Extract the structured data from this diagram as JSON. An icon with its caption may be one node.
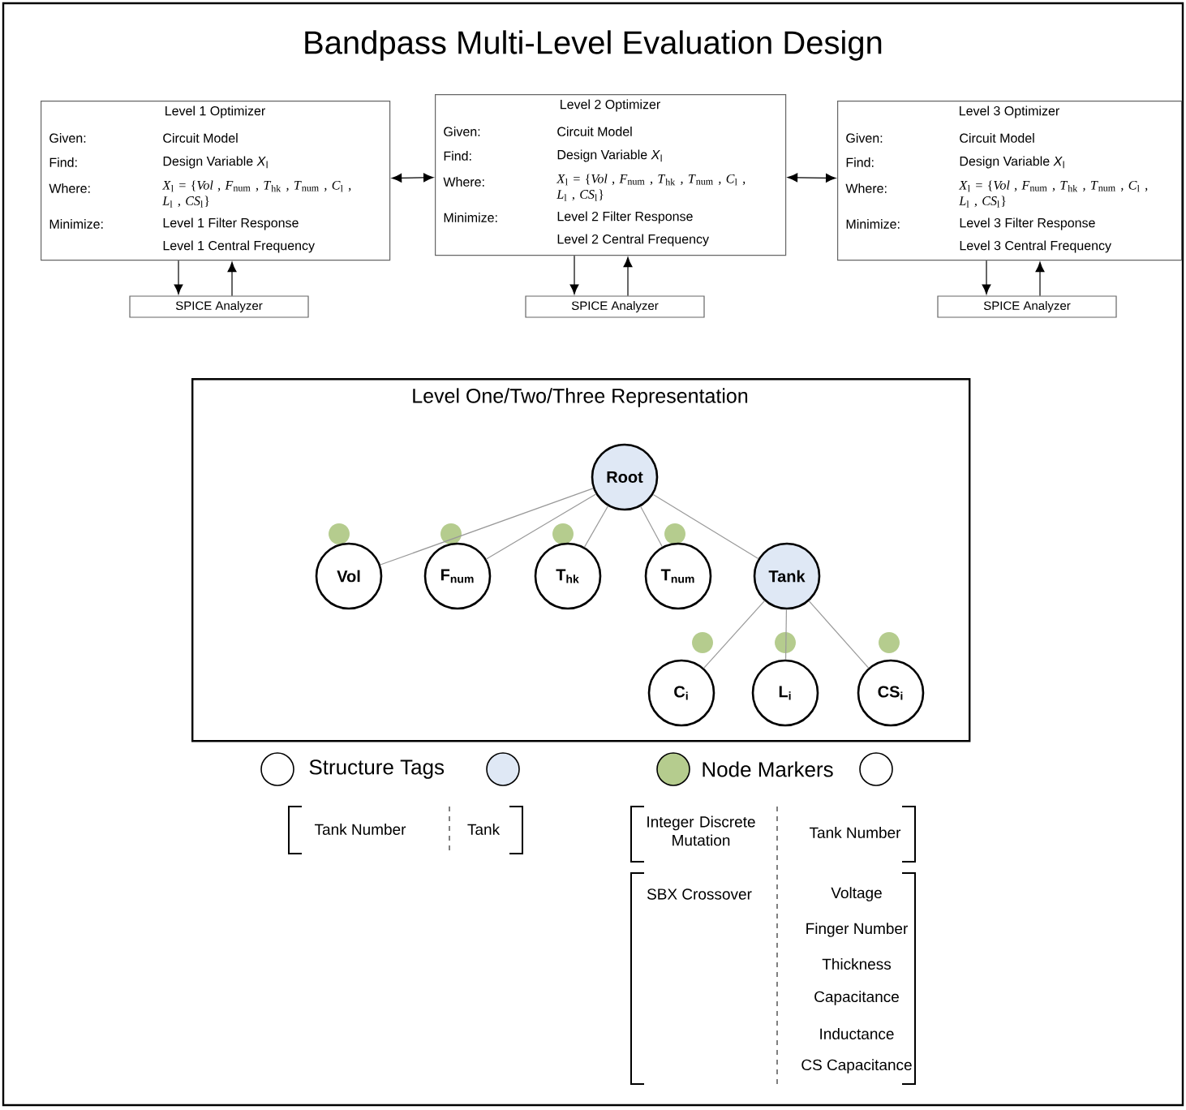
{
  "diagram": {
    "title": "Bandpass Multi-Level Evaluation Design",
    "nodes": [
      {
        "text": [
          "Level 1 Optimizer",
          "Given:",
          "Circuit Model",
          "Find:",
          "Design Variable *X*$_{l}$",
          "Where:",
          "*X*$_{l}$ = {*Vol* , *F*$_{num}$ , *T*$_{hk}$ , *T*$_{num}$ , *C*$_{l}$ , *L*$_{l}$ , *CS*$_{l}$}",
          "Minimize:",
          "Level 1 Filter Response",
          "Level 1 Central Frequency"
        ]
      },
      {
        "text": [
          "Level 2 Optimizer",
          "Given:",
          "Circuit Model",
          "Find:",
          "Design Variable *X*$_{l}$",
          "Where:",
          "*X*$_{l}$ = {*Vol* , *F*$_{num}$ , *T*$_{hk}$ , *T*$_{num}$ , *C*$_{l}$ , *L*$_{l}$ , *CS*$_{l}$}",
          "Minimize:",
          "Level 2 Filter Response",
          "Level 2 Central Frequency"
        ]
      },
      {
        "text": [
          "Level 3 Optimizer",
          "Given:",
          "Circuit Model",
          "Find:",
          "Design Variable *X*$_{l}$",
          "Where:",
          "*X*$_{l}$ = {*Vol* , *F*$_{num}$ , *T*$_{hk}$ , *T*$_{num}$ , *C*$_{l}$ , *L*$_{l}$ , *CS*$_{l}$}",
          "Minimize:",
          "Level 3 Filter Response",
          "Level 3 Central Frequency"
        ]
      },
      {
        "text": [
          "SPICE Analyzer"
        ]
      },
      {
        "text": [
          "SPICE Analyzer"
        ]
      },
      {
        "text": [
          "SPICE Analyzer"
        ]
      },
      {
        "text": [
          "Level One/Two/Three Representation"
        ]
      },
      {
        "text": [
          "Root"
        ],
        "in": 6
      },
      {
        "text": [
          "Vol"
        ],
        "in": 6
      },
      {
        "text": [
          "F$_{num}$"
        ],
        "in": 6
      },
      {
        "text": [
          "T$_{hk}$"
        ],
        "in": 6
      },
      {
        "text": [
          "T$_{num}$"
        ],
        "in": 6
      },
      {
        "text": [
          "Tank"
        ],
        "in": 6
      },
      {
        "text": [
          "C$_{i}$"
        ],
        "in": 6
      },
      {
        "text": [
          "L$_{i}$"
        ],
        "in": 6
      },
      {
        "text": [
          "CS$_{i}$"
        ],
        "in": 6
      }
    ],
    "edges": [
      {
        "from": 0,
        "to": 1,
        "arrow": "both"
      },
      {
        "from": 1,
        "to": 2,
        "arrow": "both"
      },
      {
        "from": 0,
        "to": 3,
        "arrow": "to"
      },
      {
        "from": 3,
        "to": 0,
        "arrow": "to"
      },
      {
        "from": 1,
        "to": 4,
        "arrow": "to"
      },
      {
        "from": 4,
        "to": 1,
        "arrow": "to"
      },
      {
        "from": 2,
        "to": 5,
        "arrow": "to"
      },
      {
        "from": 5,
        "to": 2,
        "arrow": "to"
      },
      {
        "from": 7,
        "to": 8,
        "arrow": "none",
        "color": "#999999"
      },
      {
        "from": 7,
        "to": 9,
        "arrow": "none",
        "color": "#999999"
      },
      {
        "from": 7,
        "to": 10,
        "arrow": "none",
        "color": "#999999"
      },
      {
        "from": 7,
        "to": 11,
        "arrow": "none",
        "color": "#999999"
      },
      {
        "from": 7,
        "to": 12,
        "arrow": "none",
        "color": "#999999"
      },
      {
        "from": 12,
        "to": 13,
        "arrow": "none",
        "color": "#999999"
      },
      {
        "from": 12,
        "to": 14,
        "arrow": "none",
        "color": "#999999"
      },
      {
        "from": 12,
        "to": 15,
        "arrow": "none",
        "color": "#999999"
      }
    ],
    "labels": [
      "Tank Number",
      "Tank",
      "Integer Discrete Mutation",
      "Tank Number",
      "SBX Crossover",
      "Voltage",
      "Finger Number",
      "Thickness",
      "Capacitance",
      "Inductance",
      "CS Capacitance"
    ],
    "legend": [
      {
        "text": "Structure Tags",
        "color": "#dfe8f5"
      },
      {
        "text": "Node Markers",
        "color": "#b5cc8e"
      }
    ]
  }
}
